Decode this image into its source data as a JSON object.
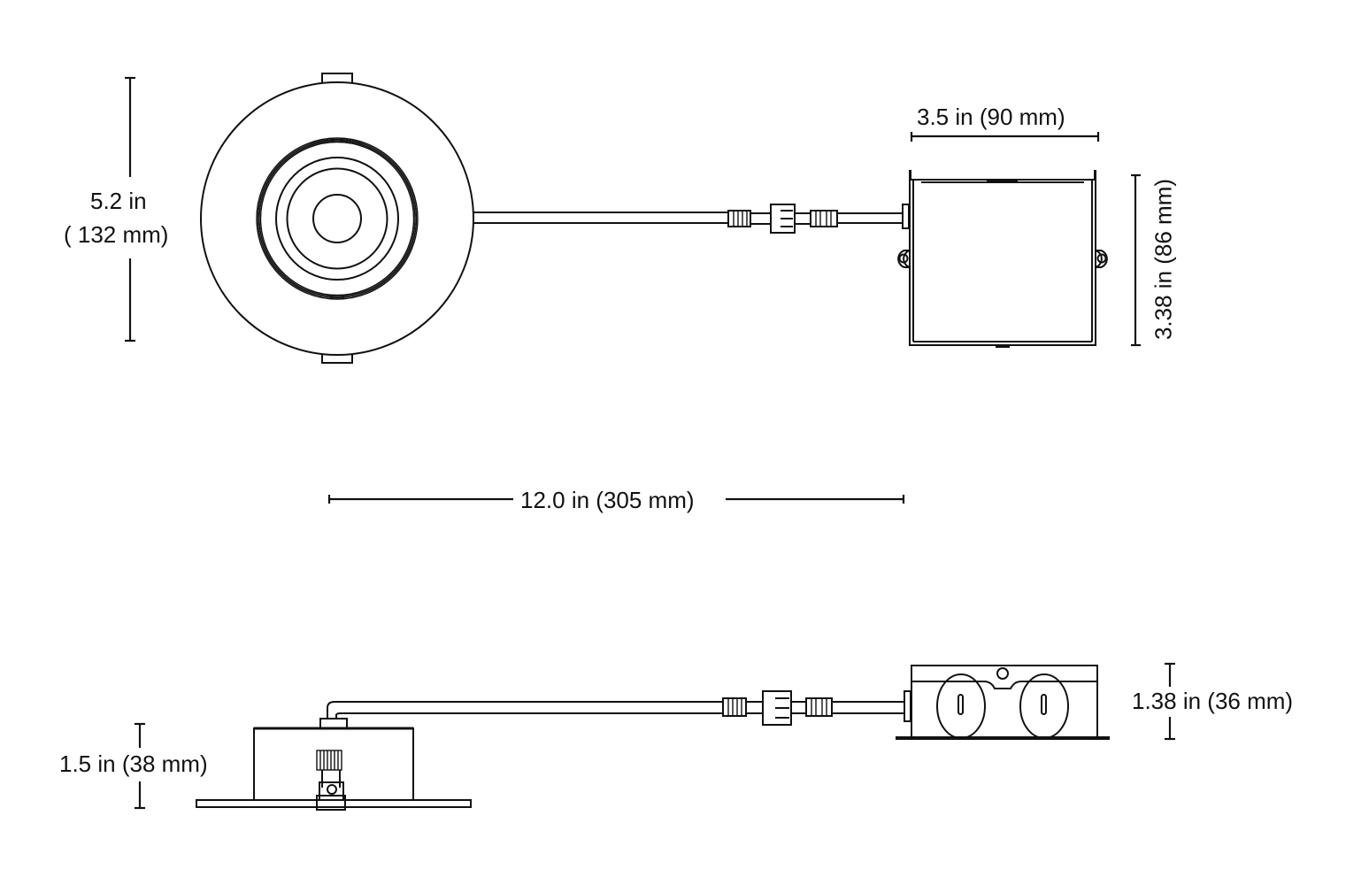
{
  "dimensions": {
    "diameter_in": "5.2 in",
    "diameter_mm": "( 132 mm)",
    "box_width": "3.5 in  (90 mm)",
    "box_depth": "3.38 in (86 mm)",
    "cable_length": "12.0 in (305 mm)",
    "fixture_height": "1.5 in (38 mm)",
    "box_height": "1.38 in (36 mm)"
  }
}
